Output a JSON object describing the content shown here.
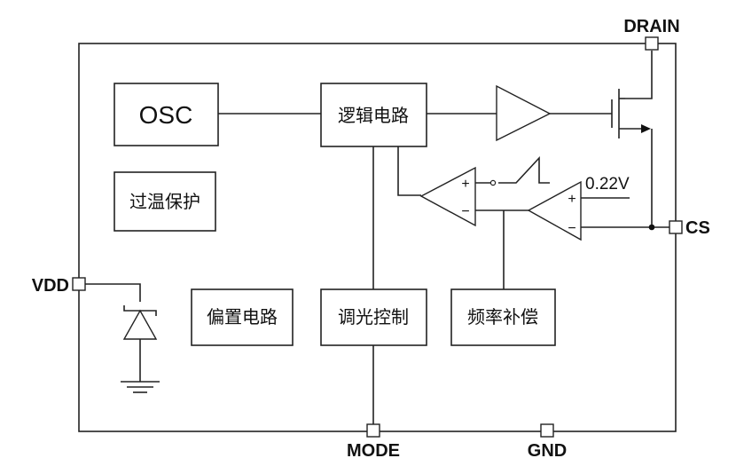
{
  "pins": {
    "drain": "DRAIN",
    "vdd": "VDD",
    "cs": "CS",
    "mode": "MODE",
    "gnd": "GND"
  },
  "blocks": {
    "osc": "OSC",
    "logic": "逻辑电路",
    "otp": "过温保护",
    "bias": "偏置电路",
    "dimming": "调光控制",
    "compensation": "频率补偿"
  },
  "comparator": {
    "plus": "+",
    "minus": "−"
  },
  "amplifier": {
    "plus": "+",
    "minus": "−"
  },
  "reference": "0.22V"
}
